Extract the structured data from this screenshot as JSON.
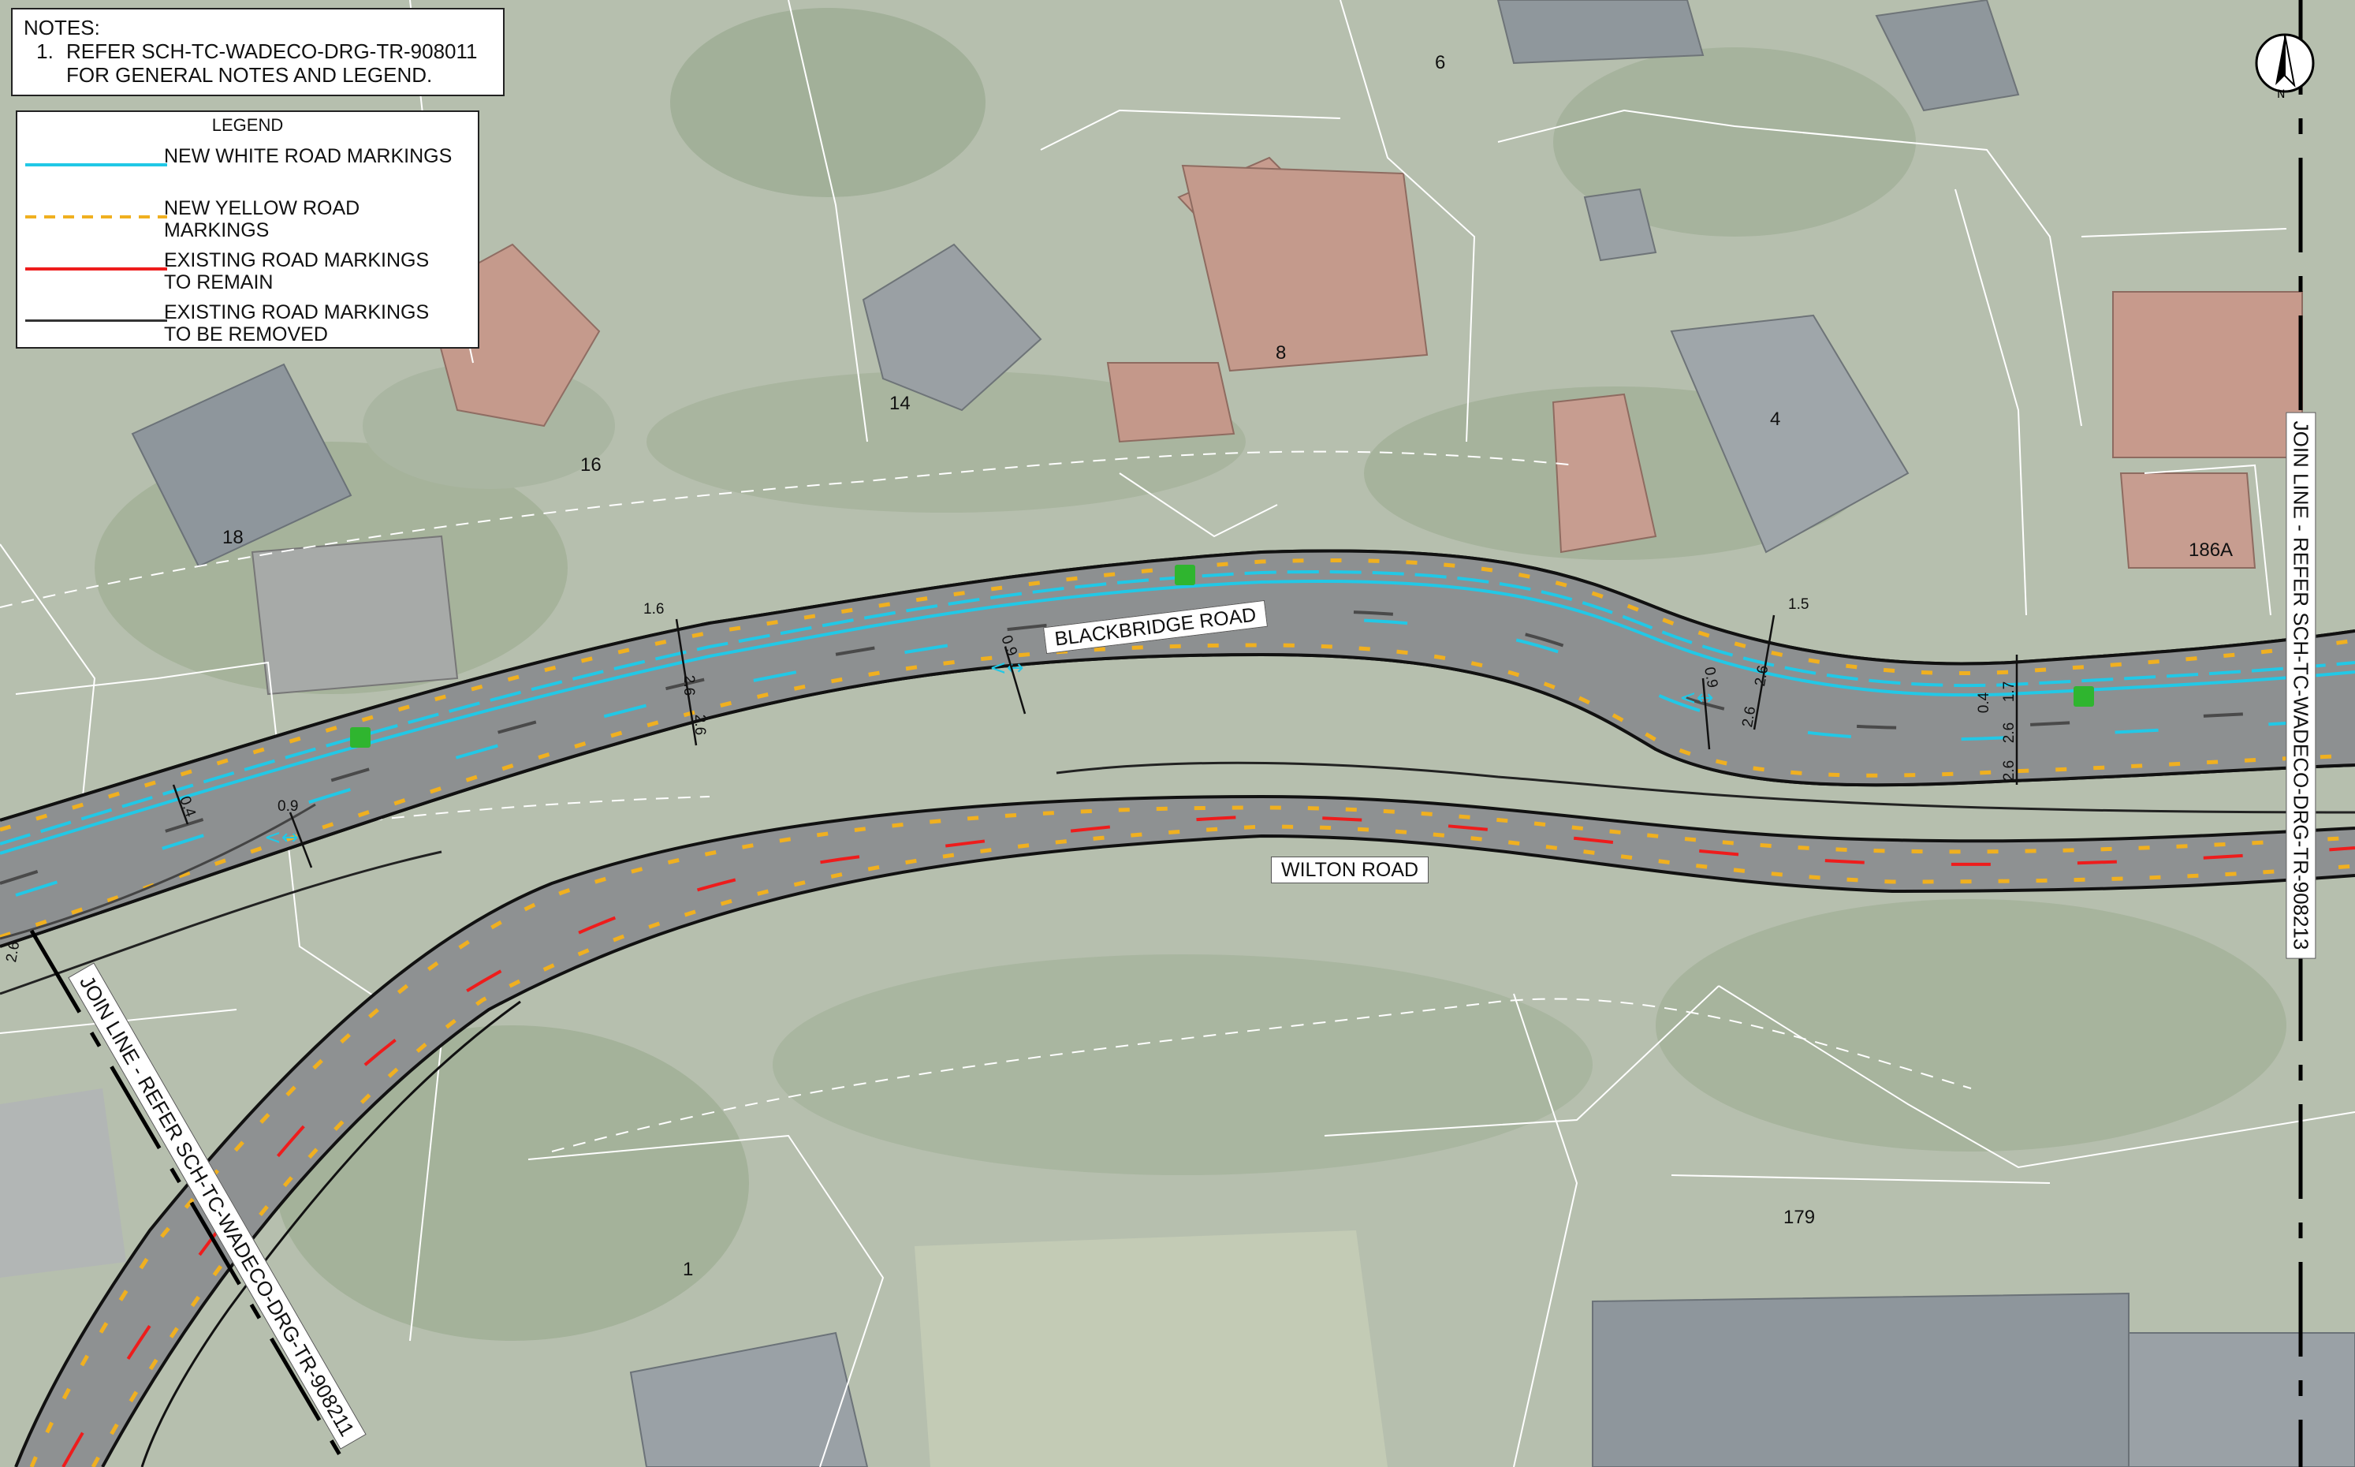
{
  "notes": {
    "heading": "NOTES:",
    "items": [
      {
        "number": "1.",
        "line1": "REFER SCH-TC-WADECO-DRG-TR-908011",
        "line2": "FOR GENERAL NOTES AND LEGEND."
      }
    ]
  },
  "legend": {
    "title": "LEGEND",
    "items": [
      {
        "color": "#22c8e6",
        "line1": "NEW WHITE ROAD MARKINGS",
        "line2": ""
      },
      {
        "color": "#f0b020",
        "line1": "NEW YELLOW ROAD",
        "line2": "MARKINGS"
      },
      {
        "color": "#ee1c1c",
        "line1": "EXISTING ROAD MARKINGS",
        "line2": "TO REMAIN"
      },
      {
        "color": "#333333",
        "line1": "EXISTING ROAD MARKINGS",
        "line2": "TO BE REMOVED"
      }
    ]
  },
  "roads": {
    "blackbridge": "BLACKBRIDGE ROAD",
    "wilton": "WILTON ROAD"
  },
  "plots": {
    "p6": "6",
    "p8": "8",
    "p4": "4",
    "p14": "14",
    "p16": "16",
    "p18": "18",
    "p186a": "186A",
    "p179": "179",
    "p1": "1"
  },
  "dimensions": {
    "d16": "1.6",
    "d26a": "2.6",
    "d26b": "2.6",
    "d09a": "0.9",
    "d09b": "0.9",
    "d09c": "0.9",
    "d04a": "0.4",
    "d15": "1.5",
    "d26c": "2.6",
    "d26d": "2.6",
    "d04b": "0.4",
    "d17": "1.7",
    "d26e": "2.6",
    "d26f": "2.6",
    "d26g": "2.6"
  },
  "join_lines": {
    "right": "JOIN LINE - REFER SCH-TC-WADECO-DRG-TR-908213",
    "left": "JOIN LINE - REFER SCH-TC-WADECO-DRG-TR-908211"
  },
  "colors": {
    "white_markings": "#22c8e6",
    "yellow_markings": "#f0b020",
    "existing_remain": "#ee1c1c",
    "existing_remove": "#333333",
    "cycle_symbol": "#2fb52f"
  }
}
